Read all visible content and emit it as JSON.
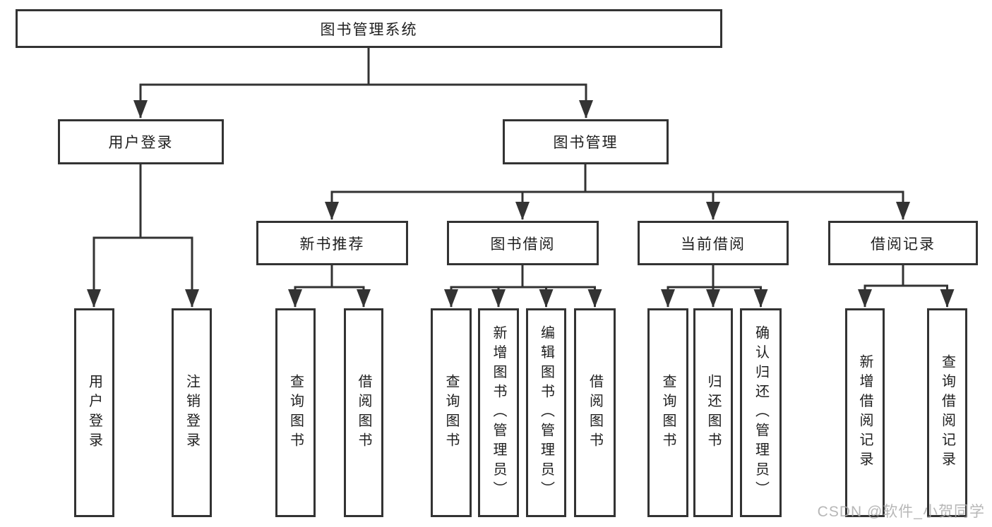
{
  "diagram": {
    "root": {
      "label": "图书管理系统"
    },
    "level2": [
      {
        "label": "用户登录"
      },
      {
        "label": "图书管理"
      }
    ],
    "level3": [
      {
        "label": "新书推荐",
        "parent": "图书管理"
      },
      {
        "label": "图书借阅",
        "parent": "图书管理"
      },
      {
        "label": "当前借阅",
        "parent": "图书管理"
      },
      {
        "label": "借阅记录",
        "parent": "图书管理"
      }
    ],
    "leaves": [
      {
        "label": "用户登录",
        "parent": "用户登录"
      },
      {
        "label": "注销登录",
        "parent": "用户登录"
      },
      {
        "label": "查询图书",
        "parent": "新书推荐"
      },
      {
        "label": "借阅图书",
        "parent": "新书推荐"
      },
      {
        "label": "查询图书",
        "parent": "图书借阅"
      },
      {
        "label": "新增图书（管理员）",
        "parent": "图书借阅"
      },
      {
        "label": "编辑图书（管理员）",
        "parent": "图书借阅"
      },
      {
        "label": "借阅图书",
        "parent": "图书借阅"
      },
      {
        "label": "查询图书",
        "parent": "当前借阅"
      },
      {
        "label": "归还图书",
        "parent": "当前借阅"
      },
      {
        "label": "确认归还（管理员）",
        "parent": "当前借阅"
      },
      {
        "label": "新增借阅记录",
        "parent": "借阅记录"
      },
      {
        "label": "查询借阅记录",
        "parent": "借阅记录"
      }
    ]
  },
  "watermark": "CSDN @软件_小贺同学",
  "colors": {
    "line": "#333333",
    "text": "#1f1f1f",
    "box_background": "#ffffff",
    "watermark": "#ababab",
    "background": "#ffffff"
  }
}
